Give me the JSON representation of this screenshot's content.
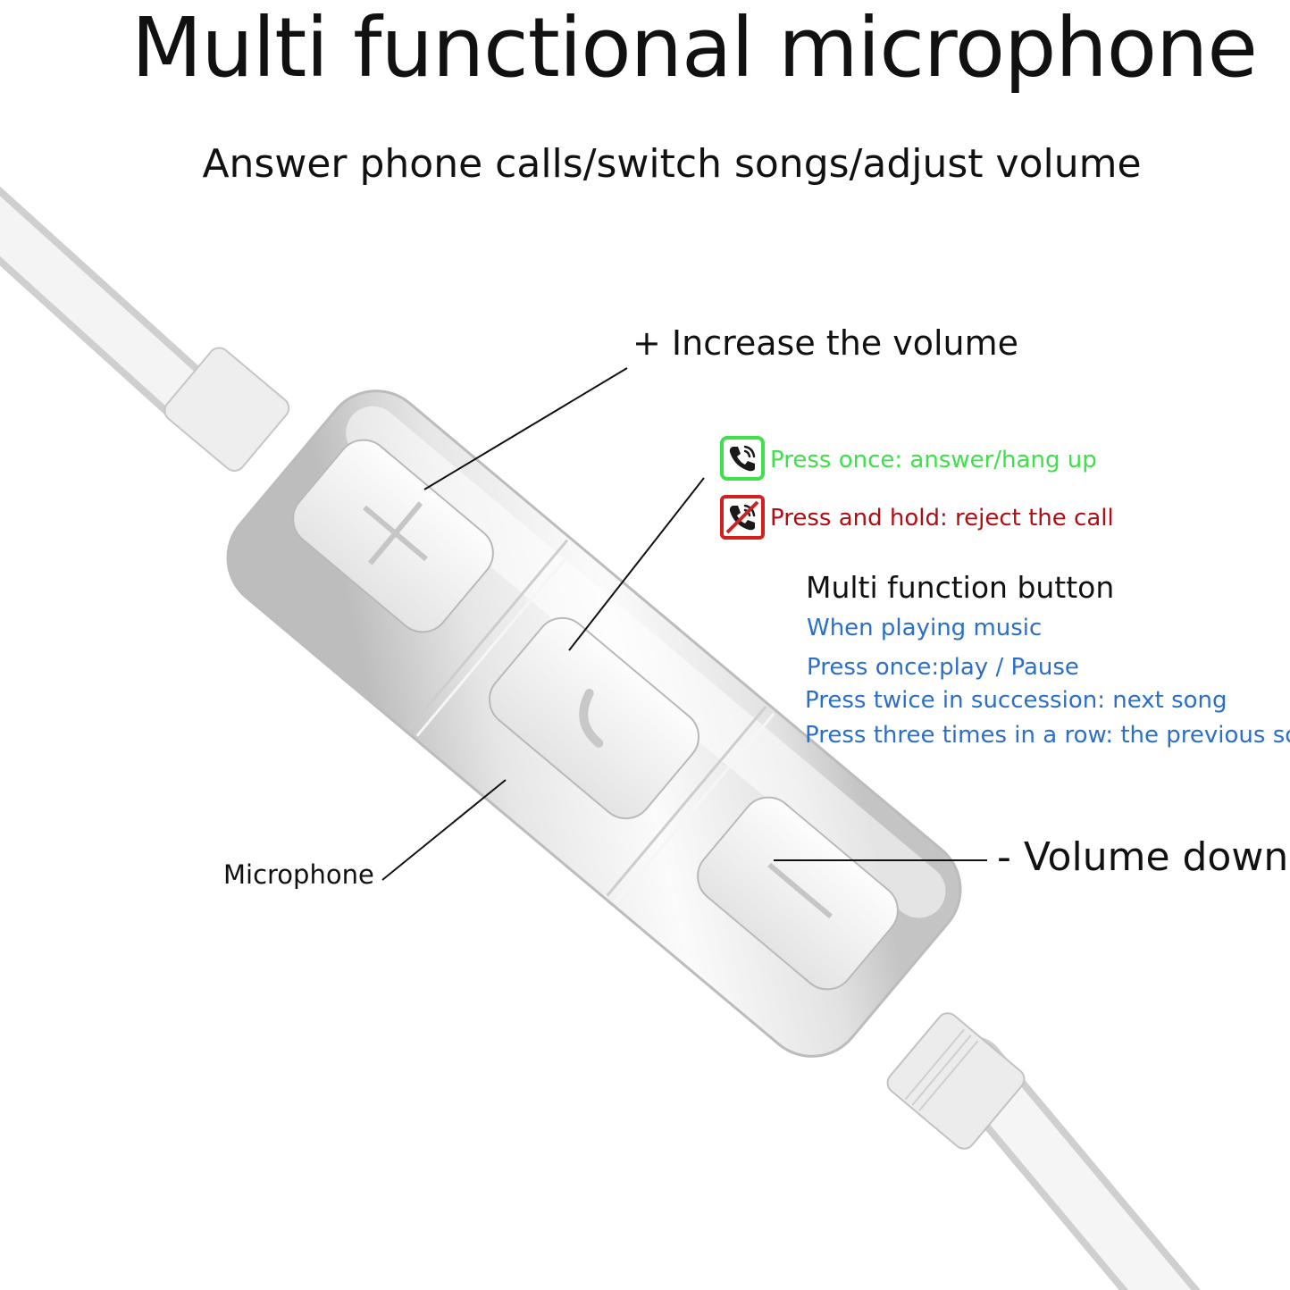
{
  "heading": {
    "title": "Multi functional microphone",
    "subtitle": "Answer phone calls/switch songs/adjust volume"
  },
  "callouts": {
    "increase": "+  Increase the volume",
    "decrease": "-  Volume down",
    "microphone": "Microphone"
  },
  "call_actions": {
    "answer": "Press once: answer/hang up",
    "reject": "Press and hold: reject the call"
  },
  "multi_function": {
    "title": "Multi function button",
    "music_lines": [
      "When playing music",
      "Press once:play / Pause",
      "Press twice in succession: next song",
      "Press three times in a row: the previous song"
    ]
  },
  "colors": {
    "answer_green": "#3ee14a",
    "reject_red": "#b00d15",
    "info_blue": "#2b6fc9"
  },
  "icons": {
    "answer": "phone-call-icon",
    "reject": "phone-reject-icon"
  }
}
